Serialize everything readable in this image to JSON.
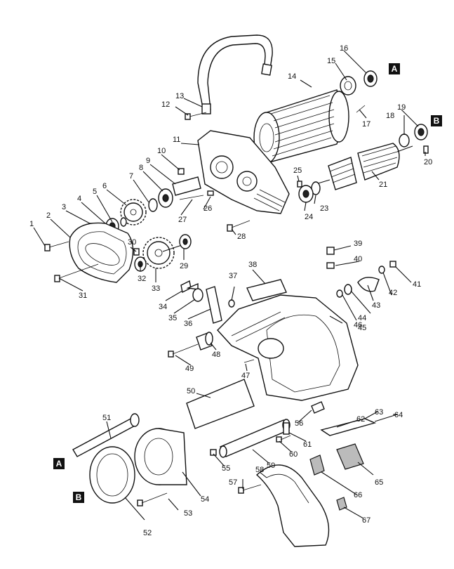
{
  "diagram": {
    "parts": [
      {
        "id": "p1",
        "text": "1"
      },
      {
        "id": "p2",
        "text": "2"
      },
      {
        "id": "p3",
        "text": "3"
      },
      {
        "id": "p4",
        "text": "4"
      },
      {
        "id": "p5",
        "text": "5"
      },
      {
        "id": "p6",
        "text": "6"
      },
      {
        "id": "p7",
        "text": "7"
      },
      {
        "id": "p8",
        "text": "8"
      },
      {
        "id": "p9",
        "text": "9"
      },
      {
        "id": "p10",
        "text": "10"
      },
      {
        "id": "p11",
        "text": "11"
      },
      {
        "id": "p12",
        "text": "12"
      },
      {
        "id": "p13",
        "text": "13"
      },
      {
        "id": "p14",
        "text": "14"
      },
      {
        "id": "p15",
        "text": "15"
      },
      {
        "id": "p16",
        "text": "16"
      },
      {
        "id": "p17",
        "text": "17"
      },
      {
        "id": "p18",
        "text": "18"
      },
      {
        "id": "p19",
        "text": "19"
      },
      {
        "id": "p20",
        "text": "20"
      },
      {
        "id": "p21",
        "text": "21"
      },
      {
        "id": "p23",
        "text": "23"
      },
      {
        "id": "p24",
        "text": "24"
      },
      {
        "id": "p25",
        "text": "25"
      },
      {
        "id": "p26",
        "text": "26"
      },
      {
        "id": "p27",
        "text": "27"
      },
      {
        "id": "p28",
        "text": "28"
      },
      {
        "id": "p29",
        "text": "29"
      },
      {
        "id": "p30",
        "text": "30"
      },
      {
        "id": "p31",
        "text": "31"
      },
      {
        "id": "p32",
        "text": "32"
      },
      {
        "id": "p33",
        "text": "33"
      },
      {
        "id": "p34",
        "text": "34"
      },
      {
        "id": "p35",
        "text": "35"
      },
      {
        "id": "p36",
        "text": "36"
      },
      {
        "id": "p37",
        "text": "37"
      },
      {
        "id": "p38",
        "text": "38"
      },
      {
        "id": "p39",
        "text": "39"
      },
      {
        "id": "p40",
        "text": "40"
      },
      {
        "id": "p41",
        "text": "41"
      },
      {
        "id": "p42",
        "text": "42"
      },
      {
        "id": "p43",
        "text": "43"
      },
      {
        "id": "p44",
        "text": "44"
      },
      {
        "id": "p45",
        "text": "45"
      },
      {
        "id": "p46",
        "text": "46"
      },
      {
        "id": "p47",
        "text": "47"
      },
      {
        "id": "p48",
        "text": "48"
      },
      {
        "id": "p49",
        "text": "49"
      },
      {
        "id": "p50",
        "text": "50"
      },
      {
        "id": "p51",
        "text": "51"
      },
      {
        "id": "p52",
        "text": "52"
      },
      {
        "id": "p53",
        "text": "53"
      },
      {
        "id": "p54",
        "text": "54"
      },
      {
        "id": "p55",
        "text": "55"
      },
      {
        "id": "p56",
        "text": "56"
      },
      {
        "id": "p57",
        "text": "57"
      },
      {
        "id": "p58",
        "text": "58"
      },
      {
        "id": "p59",
        "text": "59"
      },
      {
        "id": "p60",
        "text": "60"
      },
      {
        "id": "p61",
        "text": "61"
      },
      {
        "id": "p62",
        "text": "62"
      },
      {
        "id": "p63",
        "text": "63"
      },
      {
        "id": "p64",
        "text": "64"
      },
      {
        "id": "p65",
        "text": "65"
      },
      {
        "id": "p66",
        "text": "66"
      },
      {
        "id": "p67",
        "text": "67"
      }
    ],
    "markers": [
      {
        "id": "mA1",
        "text": "A"
      },
      {
        "id": "mB1",
        "text": "B"
      },
      {
        "id": "mA2",
        "text": "A"
      },
      {
        "id": "mB2",
        "text": "B"
      }
    ]
  }
}
